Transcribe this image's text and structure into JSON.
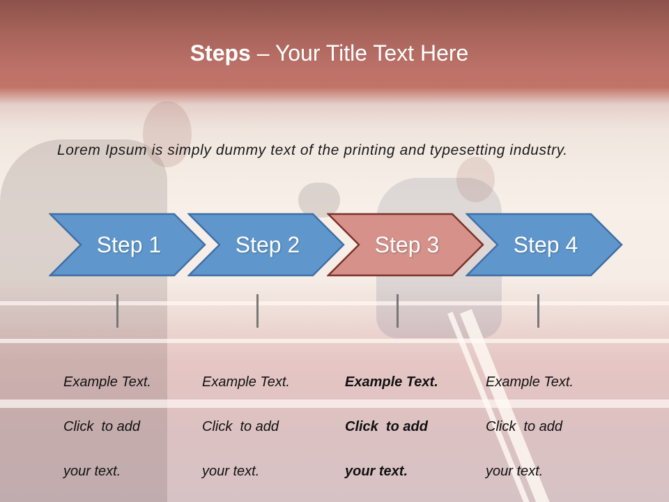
{
  "slide": {
    "title_bold": "Steps",
    "title_rest": " – Your Title Text Here",
    "intro": "Lorem Ipsum is simply dummy text of the printing and typesetting industry.",
    "colors": {
      "step_fill": "#5f97cc",
      "step_stroke": "#3f6fa6",
      "active_fill": "#d5918a",
      "active_stroke": "#7a3228",
      "title_band": "#b46a60"
    },
    "steps": [
      {
        "label": "Step 1",
        "line1": "Example Text.",
        "line2": "Click  to add",
        "line3": "your text.",
        "active": false
      },
      {
        "label": "Step 2",
        "line1": "Example Text.",
        "line2": "Click  to add",
        "line3": "your text.",
        "active": false
      },
      {
        "label": "Step 3",
        "line1": "Example Text.",
        "line2": "Click  to add",
        "line3": "your text.",
        "active": true
      },
      {
        "label": "Step 4",
        "line1": "Example Text.",
        "line2": "Click  to add",
        "line3": "your text.",
        "active": false
      }
    ]
  }
}
